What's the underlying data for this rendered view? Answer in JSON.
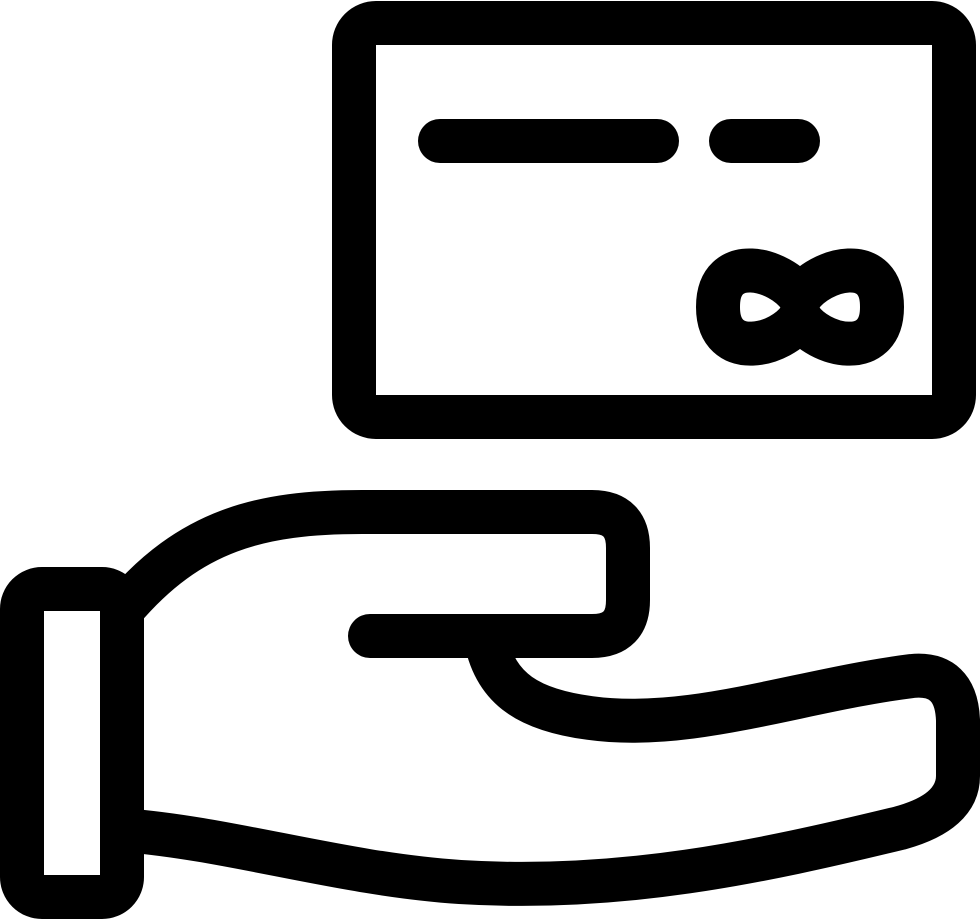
{
  "icon": {
    "name": "hand-with-credit-card-icon",
    "stroke_color": "#000000",
    "background_color": "#ffffff",
    "parts": [
      "credit-card",
      "card-chip-logo",
      "open-hand",
      "wrist-cuff"
    ]
  }
}
